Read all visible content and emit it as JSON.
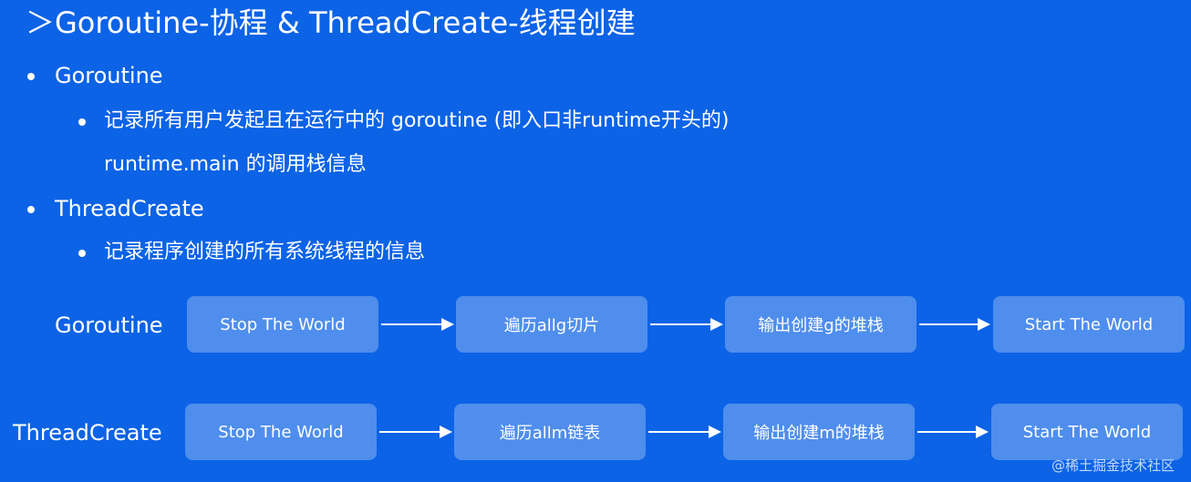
{
  "title": "＞Goroutine-协程 & ThreadCreate-线程创建",
  "bullets": [
    {
      "label": "Goroutine",
      "sub": [
        "记录所有用户发起且在运行中的 goroutine (即入口非runtime开头的)",
        "runtime.main 的调用栈信息"
      ]
    },
    {
      "label": "ThreadCreate",
      "sub": [
        "记录程序创建的所有系统线程的信息"
      ]
    }
  ],
  "diagram": {
    "rows": [
      {
        "label": "Goroutine",
        "steps": [
          "Stop The World",
          "遍历allg切片",
          "输出创建g的堆栈",
          "Start The World"
        ]
      },
      {
        "label": "ThreadCreate",
        "steps": [
          "Stop The World",
          "遍历allm链表",
          "输出创建m的堆栈",
          "Start The World"
        ]
      }
    ]
  },
  "watermark": "@稀土掘金技术社区",
  "colors": {
    "background": "#0c63e6",
    "box": "rgba(255,255,255,0.28)",
    "text": "#ffffff"
  }
}
